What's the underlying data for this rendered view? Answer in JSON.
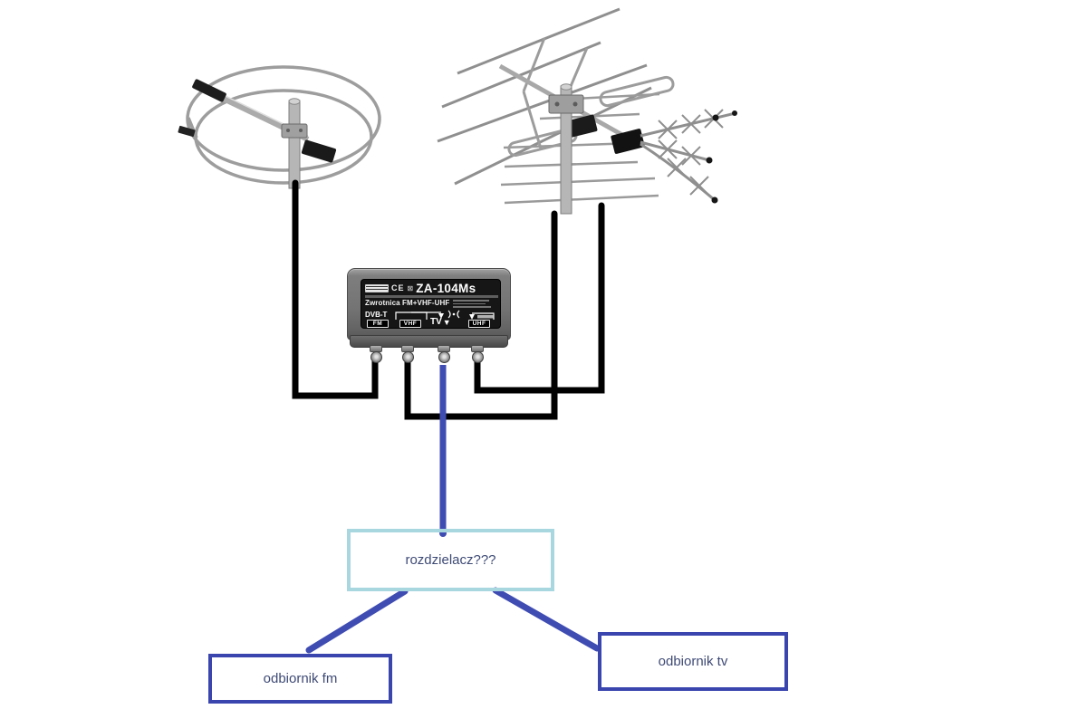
{
  "combiner": {
    "ce_mark": "CE",
    "weee_symbol": "⊠",
    "model": "ZA-104Ms",
    "product_title": "Zwrotnica FM+VHF-UHF",
    "standard": "DVB-T",
    "ports": [
      {
        "label": "FM"
      },
      {
        "label": "VHF"
      },
      {
        "label": "TV",
        "arrow": "▼"
      },
      {
        "label": "UHF"
      }
    ]
  },
  "boxes": {
    "splitter": {
      "label": "rozdzielacz???"
    },
    "fm_receiver": {
      "label": "odbiornik fm"
    },
    "tv_receiver": {
      "label": "odbiornik tv"
    }
  },
  "colors": {
    "cable_black": "#000000",
    "cable_blue": "#3f4cb2",
    "receiver_box_border": "#3a45ae",
    "splitter_box_border": "#a9d7df",
    "box_text": "#3e4a75"
  }
}
